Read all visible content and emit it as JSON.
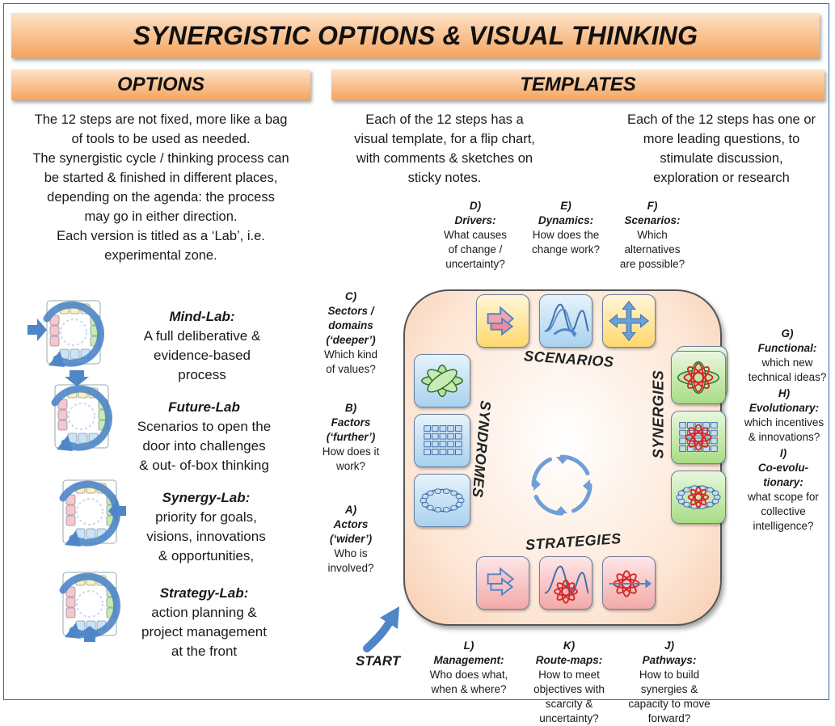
{
  "title": "SYNERGISTIC OPTIONS & VISUAL THINKING",
  "options": {
    "heading": "OPTIONS",
    "intro": [
      "The 12 steps are not fixed, more like a bag",
      "of tools to be used as needed.",
      "The synergistic cycle / thinking process can",
      "be started & finished in different places,",
      "depending on the agenda: the process",
      "may go in either direction.",
      "Each version is titled  as a ‘Lab’, i.e.",
      "experimental zone."
    ],
    "labs": [
      {
        "name": "Mind-Lab:",
        "lines": [
          "A full deliberative &",
          "evidence-based",
          "process"
        ]
      },
      {
        "name": "Future-Lab",
        "lines": [
          "Scenarios to open the",
          "door into challenges",
          "& out- of-box thinking"
        ]
      },
      {
        "name": "Synergy-Lab:",
        "lines": [
          "priority for goals,",
          "visions, innovations",
          "& opportunities,"
        ]
      },
      {
        "name": "Strategy-Lab:",
        "lines": [
          "action planning &",
          "project management",
          "at the front"
        ]
      }
    ]
  },
  "templates": {
    "heading": "TEMPLATES",
    "left_text": [
      "Each of the 12 steps has a",
      "visual template, for a flip chart,",
      "with comments & sketches on",
      "sticky notes."
    ],
    "right_text": [
      "Each of the 12 steps has one or",
      "more leading questions, to",
      "stimulate discussion,",
      "exploration or research"
    ]
  },
  "diagram": {
    "sides": {
      "top": "SCENARIOS",
      "left": "SYNDROMES",
      "right": "SYNERGIES",
      "bottom": "STRATEGIES"
    },
    "start_label": "START",
    "steps": {
      "A": {
        "head": [
          "A)",
          "Actors",
          "(‘wider’)"
        ],
        "body": [
          "Who is",
          "involved?"
        ]
      },
      "B": {
        "head": [
          "B)",
          "Factors",
          "(‘further’)"
        ],
        "body": [
          "How does it",
          "work?"
        ]
      },
      "C": {
        "head": [
          "C)",
          "Sectors /",
          "domains",
          "(‘deeper’)"
        ],
        "body": [
          "Which kind",
          "of values?"
        ]
      },
      "D": {
        "head": [
          "D)",
          "Drivers:"
        ],
        "body": [
          "What causes",
          "of change /",
          "uncertainty?"
        ]
      },
      "E": {
        "head": [
          "E)",
          "Dynamics:"
        ],
        "body": [
          "How does the",
          "change work?"
        ]
      },
      "F": {
        "head": [
          "F)",
          "Scenarios:"
        ],
        "body": [
          "Which",
          "alternatives",
          "are possible?"
        ]
      },
      "G": {
        "head": [
          "G)",
          "Functional:"
        ],
        "body": [
          "which new",
          "technical ideas?"
        ]
      },
      "H": {
        "head": [
          "H)",
          "Evolutionary:"
        ],
        "body": [
          "which incentives",
          "& innovations?"
        ]
      },
      "I": {
        "head": [
          "I)",
          "Co-evolu-",
          "tionary:"
        ],
        "body": [
          "what scope for",
          "collective",
          "intelligence?"
        ]
      },
      "J": {
        "head": [
          "J)",
          "Pathways:"
        ],
        "body": [
          "How to build",
          "synergies &",
          "capacity to move",
          "forward?"
        ]
      },
      "K": {
        "head": [
          "K)",
          "Route-maps:"
        ],
        "body": [
          "How to meet",
          "objectives with",
          "scarcity &",
          "uncertainty?"
        ]
      },
      "L": {
        "head": [
          "L)",
          "Management:"
        ],
        "body": [
          "Who does what,",
          "when & where?"
        ]
      }
    }
  },
  "colors": {
    "banner_orange": "#f5a45c",
    "arrow_blue": "#4f86c8",
    "panel_peach": "#fde5d3",
    "dna_red": "#d42a2a"
  }
}
